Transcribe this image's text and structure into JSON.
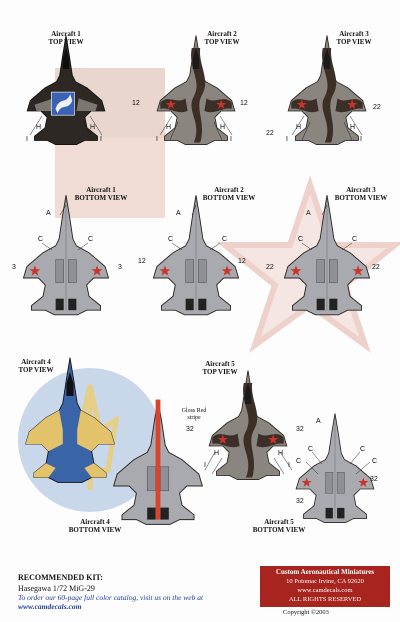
{
  "colors": {
    "camo_dark": "#3b2f28",
    "camo_grey": "#8a857f",
    "underside_grey": "#a9aab0",
    "star_red": "#c8342b",
    "ukraine_blue": "#3a64a8",
    "ukraine_yellow": "#e2c26a",
    "gloss_red": "#d9442e",
    "company_red": "#a8241f",
    "link_blue": "#1f3f99"
  },
  "views": [
    {
      "aircraft": "Aircraft 1",
      "view": "TOP VIEW"
    },
    {
      "aircraft": "Aircraft 2",
      "view": "TOP VIEW"
    },
    {
      "aircraft": "Aircraft 3",
      "view": "TOP VIEW"
    },
    {
      "aircraft": "Aircraft 1",
      "view": "BOTTOM VIEW"
    },
    {
      "aircraft": "Aircraft 2",
      "view": "BOTTOM VIEW"
    },
    {
      "aircraft": "Aircraft 3",
      "view": "BOTTOM VIEW"
    },
    {
      "aircraft": "Aircraft 4",
      "view": "TOP VIEW"
    },
    {
      "aircraft": "Aircraft 5",
      "view": "TOP VIEW"
    },
    {
      "aircraft": "Aircraft 4",
      "view": "BOTTOM VIEW"
    },
    {
      "aircraft": "Aircraft 5",
      "view": "BOTTOM VIEW"
    }
  ],
  "callouts": {
    "h": "H",
    "i": "I",
    "a": "A",
    "c": "C",
    "n3": "3",
    "n12": "12",
    "n22": "22",
    "n32": "32"
  },
  "gloss_note": "Gloss Red stripe",
  "kit": {
    "title": "RECOMMENDED KIT:",
    "name": "Hasegawa 1/72 MiG-29"
  },
  "catalog_text": "To order our 60-page full color catalog, visit us on the web at",
  "catalog_url": "www.camdecals.com",
  "company": {
    "name": "Custom Aeronautical Miniatures",
    "address": "10 Potomac   Irvine, CA  92620",
    "web": "www.camdecals.com",
    "rights": "ALL RIGHTS RESERVED"
  },
  "copyright": "Copyright ©2003"
}
